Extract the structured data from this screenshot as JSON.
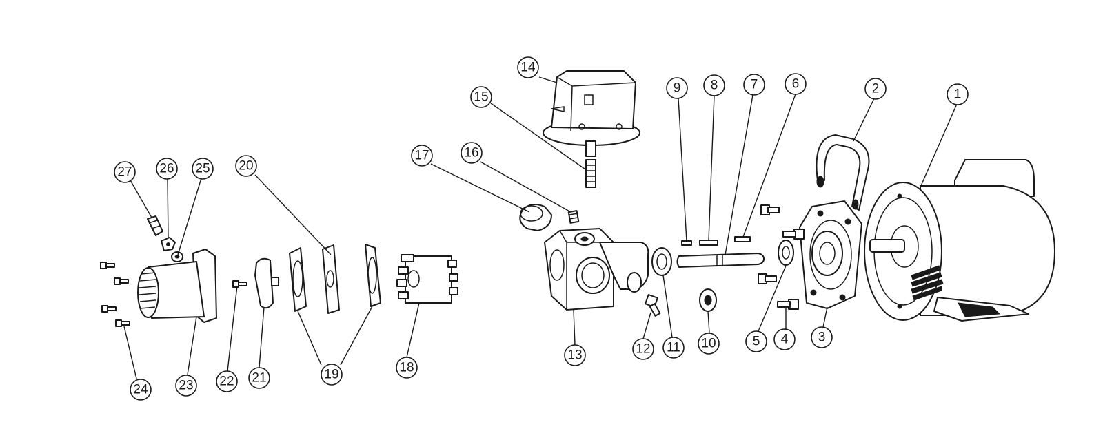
{
  "callouts": [
    {
      "label": "1"
    },
    {
      "label": "2"
    },
    {
      "label": "3"
    },
    {
      "label": "4"
    },
    {
      "label": "5"
    },
    {
      "label": "6"
    },
    {
      "label": "7"
    },
    {
      "label": "8"
    },
    {
      "label": "9"
    },
    {
      "label": "10"
    },
    {
      "label": "11"
    },
    {
      "label": "12"
    },
    {
      "label": "13"
    },
    {
      "label": "14"
    },
    {
      "label": "15"
    },
    {
      "label": "16"
    },
    {
      "label": "17"
    },
    {
      "label": "18"
    },
    {
      "label": "19"
    },
    {
      "label": "20"
    },
    {
      "label": "21"
    },
    {
      "label": "22"
    },
    {
      "label": "23"
    },
    {
      "label": "24"
    },
    {
      "label": "25"
    },
    {
      "label": "26"
    },
    {
      "label": "27"
    }
  ],
  "parts": [
    "motor-icon",
    "handle-icon",
    "mounting-bracket-icon",
    "bolt-icon",
    "bushing-icon",
    "key-icon",
    "shaft-icon",
    "key-icon",
    "key-icon",
    "washer-icon",
    "seal-ring-icon",
    "bolt-icon",
    "pump-body-icon",
    "pressure-switch-icon",
    "nipple-fitting-icon",
    "set-screw-icon",
    "plug-icon",
    "impeller-icon",
    "gasket-icon",
    "wear-plate-icon",
    "cam-icon",
    "screw-icon",
    "port-cover-icon",
    "screw-icon",
    "nut-icon",
    "washer-icon",
    "valve-icon"
  ]
}
